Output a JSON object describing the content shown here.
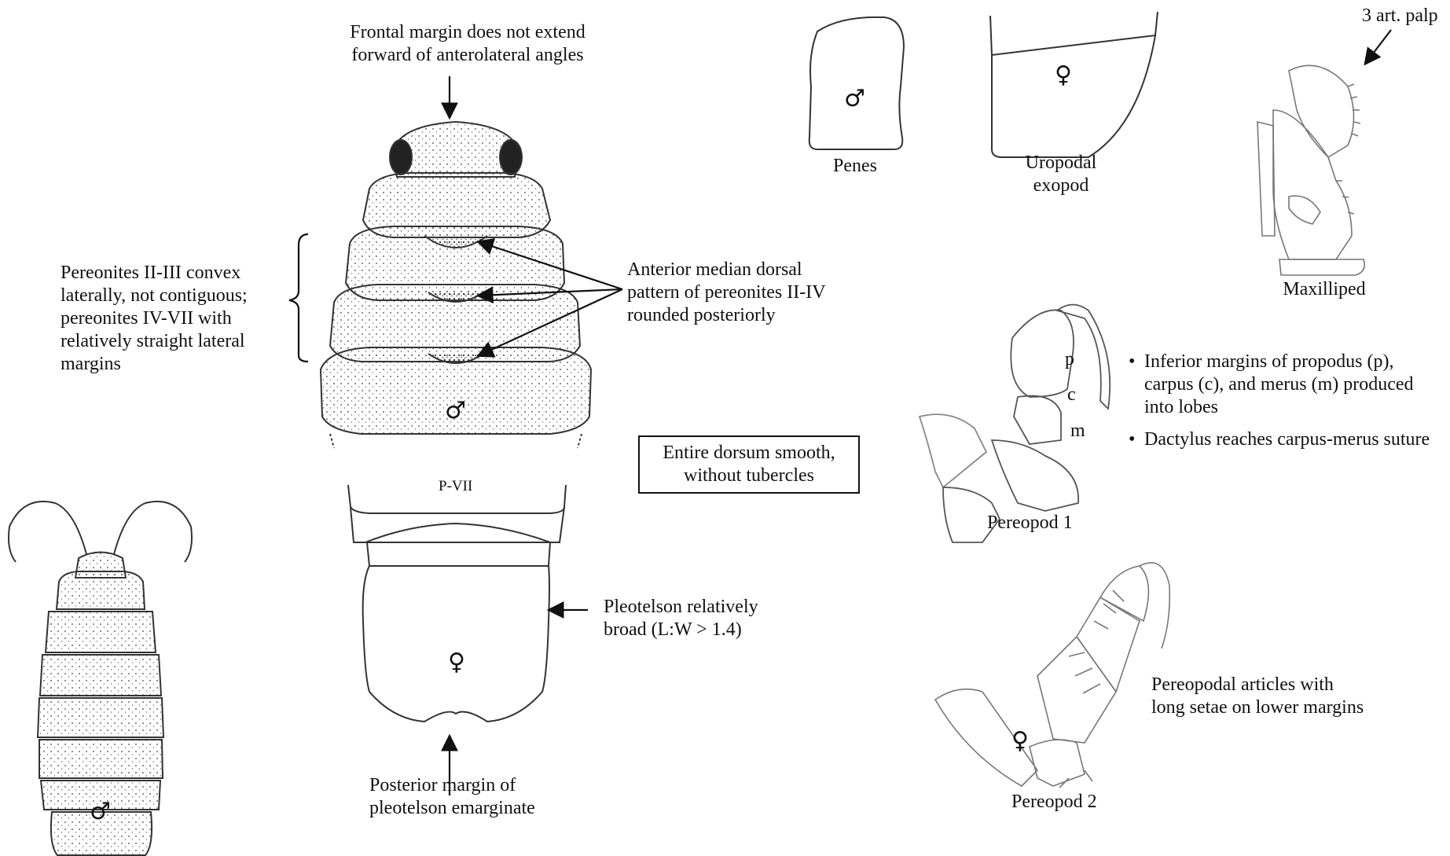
{
  "labels": {
    "frontal_margin": "Frontal margin does not extend\nforward of anterolateral angles",
    "pereonites_convex": "Pereonites II-III convex\nlaterally, not contiguous;\npereonites IV-VII with\nrelatively straight lateral\nmargins",
    "anterior_median": "Anterior median dorsal\npattern of pereonites II-IV\nrounded posteriorly",
    "dorsum_smooth": "Entire dorsum smooth,\nwithout tubercles",
    "pleotelson_broad": "Pleotelson relatively\nbroad (L:W > 1.4)",
    "posterior_margin": "Posterior margin of\npleotelson emarginate",
    "penes": "Penes",
    "uropodal_exopod": "Uropodal\nexopod",
    "three_art_palp": "3 art. palp",
    "maxilliped": "Maxilliped",
    "pereopod1": "Pereopod 1",
    "pereopod2": "Pereopod 2",
    "pereopodal_setae": "Pereopodal articles with\nlong setae on lower margins",
    "p_vii": "P-VII",
    "letter_p": "p",
    "letter_c": "c",
    "letter_m": "m"
  },
  "bullets": [
    "Inferior margins of propodus (p), carpus (c), and merus (m) produced into lobes",
    "Dactylus reaches carpus-merus suture"
  ],
  "symbols": {
    "male": "♂",
    "female": "♀"
  }
}
